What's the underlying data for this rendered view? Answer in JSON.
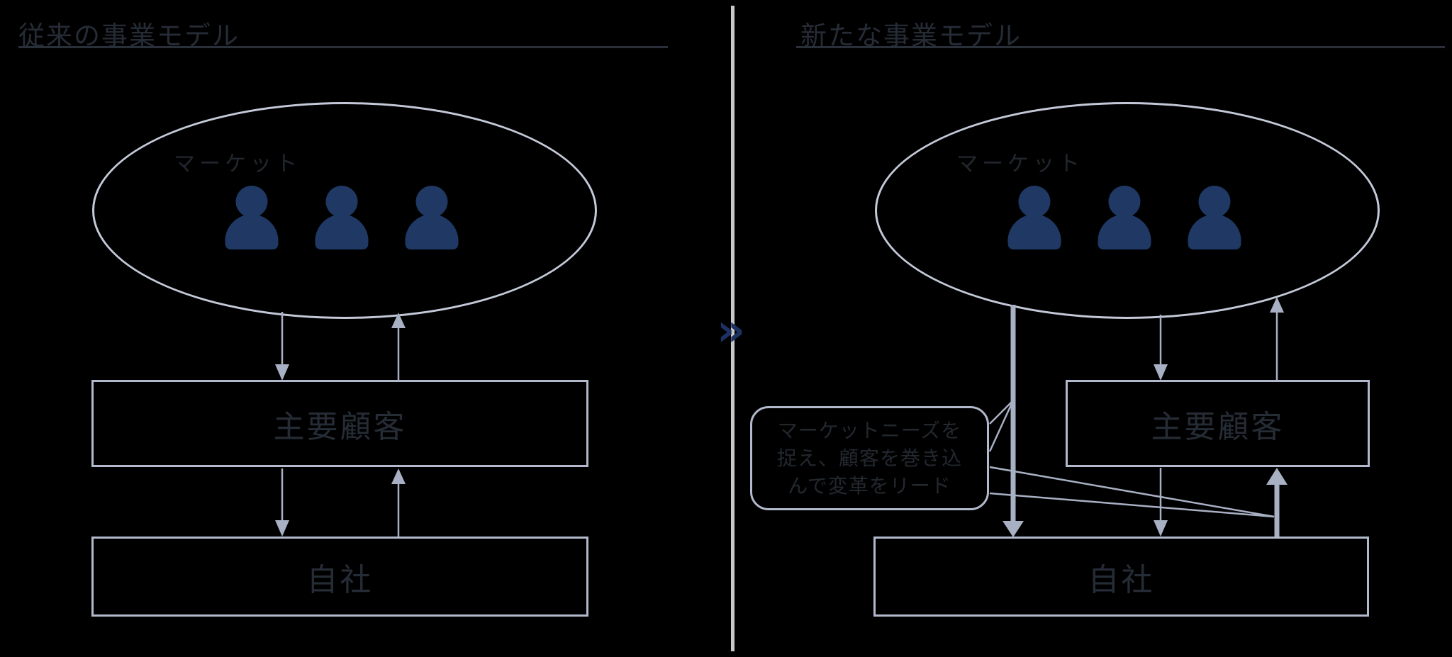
{
  "left_panel": {
    "title": "従来の事業モデル",
    "market_label": "マーケット",
    "customers_label": "主要顧客",
    "company_label": "自社"
  },
  "right_panel": {
    "title": "新たな事業モデル",
    "market_label": "マーケット",
    "customers_label": "主要顧客",
    "company_label": "自社",
    "callout": {
      "lines": [
        "マーケットニーズを",
        "捉え、顧客を巻き込",
        "んで変革をリード"
      ]
    }
  },
  "divider": {
    "chevron_glyph": "»"
  },
  "colors": {
    "background": "#000000",
    "person_navy": "#1f3864",
    "chevron_navy": "#1c3161",
    "ellipse_border": "#c3c9d8",
    "box_border": "#b2b9cc",
    "arrow_gray": "#a8b0c4",
    "divider_gray": "#c8c8c8",
    "text_dark": "#262c36",
    "underline_dark": "#2a3039"
  }
}
